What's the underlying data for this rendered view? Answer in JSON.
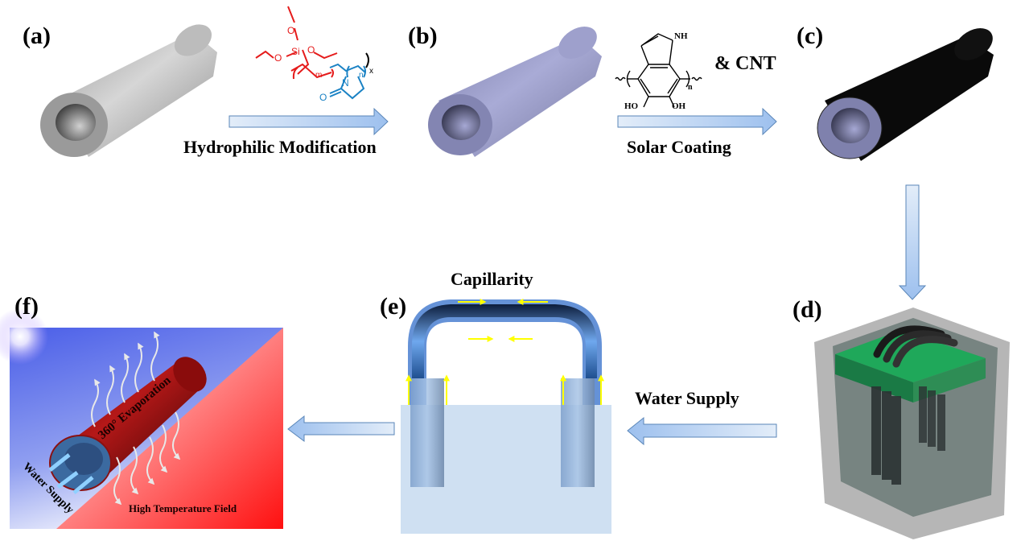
{
  "panels": {
    "a": {
      "label": "(a)"
    },
    "b": {
      "label": "(b)"
    },
    "c": {
      "label": "(c)"
    },
    "d": {
      "label": "(d)"
    },
    "e": {
      "label": "(e)",
      "title": "Capillarity"
    },
    "f": {
      "label": "(f)",
      "evaporation_text": "360° Evaporation",
      "water_supply_text": "Water Supply",
      "field_text": "High Temperature Field"
    }
  },
  "steps": {
    "a_to_b": {
      "caption": "Hydrophilic  Modification"
    },
    "b_to_c": {
      "caption": "Solar Coating",
      "additive": "& CNT"
    },
    "d_to_e": {
      "caption": "Water Supply"
    }
  },
  "chemistry": {
    "silane_polymer": {
      "atoms": {
        "si": "Si",
        "o1": "O",
        "o2": "O",
        "o3": "O",
        "n": "N",
        "o_carbonyl": "O"
      },
      "subscripts": {
        "m": "m",
        "n": "n",
        "x": "x"
      }
    },
    "polydopamine": {
      "atoms": {
        "nh": "NH",
        "ho": "HO",
        "oh": "OH"
      },
      "subscripts": {
        "n": "n"
      }
    }
  },
  "colors": {
    "tube_gray": "#b8b8b8",
    "tube_purple": "#9a9cc8",
    "tube_black": "#0a0a0a",
    "arrow_fill_light": "#e3edf9",
    "arrow_fill_dark": "#9dc0ee",
    "arrow_stroke": "#5a86b8",
    "silane_red": "#e51b1b",
    "pvp_blue": "#1a82c4",
    "sky_blue": "#4a5ee8",
    "hot_red": "#ff2020",
    "foam_green": "#1fa85a",
    "water_blue": "#cfe0f2",
    "yellow_arrow": "#ffff00"
  }
}
